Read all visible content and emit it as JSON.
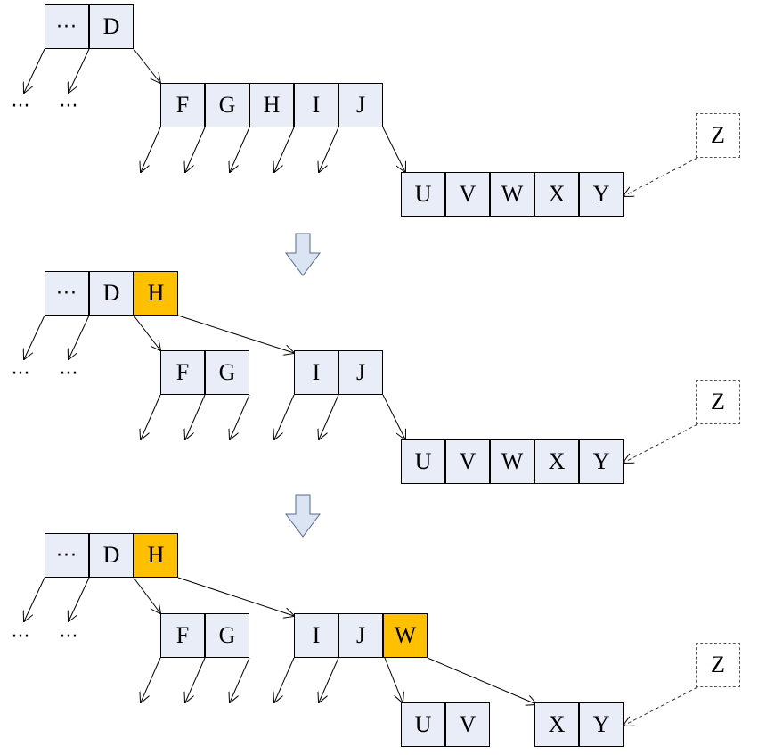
{
  "stages": [
    {
      "root": [
        "···",
        "D"
      ],
      "root_highlight": [],
      "nodes": [
        [
          "F",
          "G",
          "H",
          "I",
          "J"
        ],
        [
          "U",
          "V",
          "W",
          "X",
          "Y"
        ]
      ],
      "pending": "Z",
      "orphans": [
        "···",
        "···"
      ]
    },
    {
      "root": [
        "···",
        "D",
        "H"
      ],
      "root_highlight": [
        2
      ],
      "nodes": [
        [
          "F",
          "G"
        ],
        [
          "I",
          "J"
        ],
        [
          "U",
          "V",
          "W",
          "X",
          "Y"
        ]
      ],
      "pending": "Z",
      "orphans": [
        "···",
        "···"
      ]
    },
    {
      "root": [
        "···",
        "D",
        "H"
      ],
      "root_highlight": [
        2
      ],
      "nodes": [
        [
          "F",
          "G"
        ],
        [
          "I",
          "J",
          "W"
        ],
        [
          "U",
          "V"
        ],
        [
          "X",
          "Y"
        ]
      ],
      "node_highlight": {
        "1": [
          2
        ]
      },
      "pending": "Z",
      "orphans": [
        "···",
        "···"
      ]
    }
  ],
  "colors": {
    "cell_fill": "#e8edf7",
    "highlight": "#ffc000",
    "arrow_fill": "#dbe4f3"
  }
}
